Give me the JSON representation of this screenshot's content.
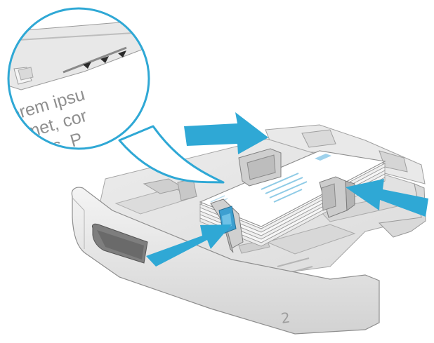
{
  "zoom_callout": {
    "lines": [
      "orem ipsu",
      "amet, cor",
      "lacus. P"
    ]
  },
  "tray": {
    "number": "2"
  },
  "colors": {
    "arrow": "#2fa8d5",
    "callout_fill": "#ffffff",
    "callout_stroke": "#2fa8d5",
    "tray_body": "#e6e6e6",
    "tray_outline": "#9a9a9a",
    "envelope_lines": "#8fcbe6"
  }
}
